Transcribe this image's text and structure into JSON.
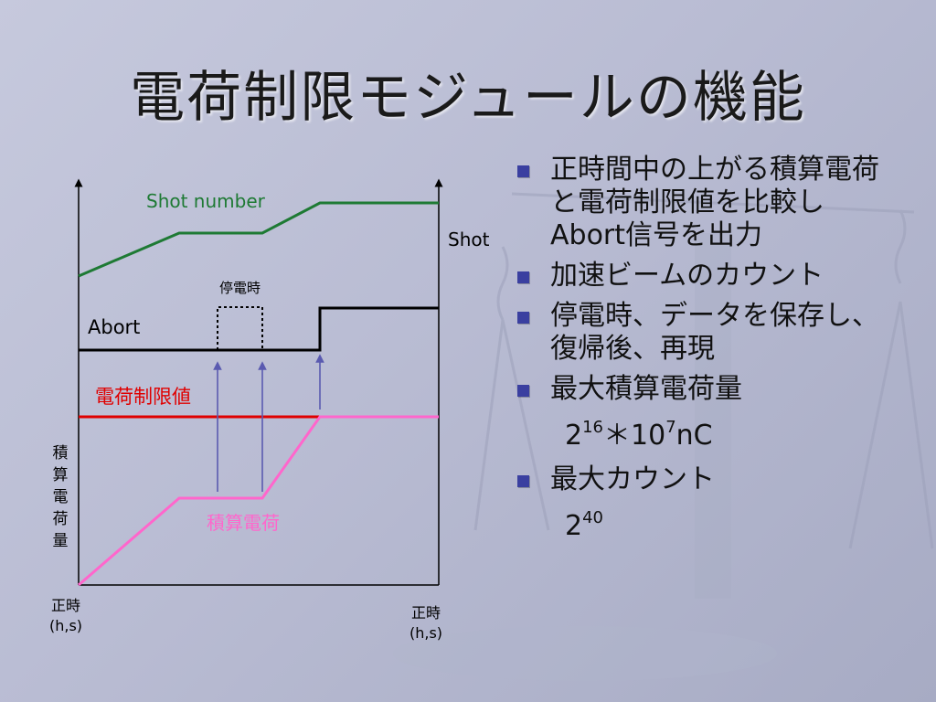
{
  "title": "電荷制限モジュールの機能",
  "diagram": {
    "shot_number_label": "Shot number",
    "shot_label": "Shot",
    "teiden_label": "停電時",
    "abort_label": "Abort",
    "limit_label": "電荷制限値",
    "charge_label": "積算電荷",
    "y_axis_label": "積算電荷量",
    "x_axis_left_line1": "正時",
    "x_axis_left_line2": "(h,s)",
    "x_axis_right_line1": "正時",
    "x_axis_right_line2": "(h,s)",
    "colors": {
      "shot": "#1e7a34",
      "abort": "#000000",
      "limit": "#e00000",
      "charge": "#ff66cc",
      "arrow": "#5a5ab0"
    }
  },
  "bullets": [
    {
      "text": "正時間中の上がる積算電荷と電荷制限値を比較しAbort信号を出力"
    },
    {
      "text": "加速ビームのカウント"
    },
    {
      "text": "停電時、データを保存し、復帰後、再現"
    },
    {
      "text": "最大積算電荷量",
      "value": {
        "base": "2",
        "exp": "16",
        "mid": "＊10",
        "exp2": "7",
        "tail": "nC"
      }
    },
    {
      "text": "最大カウント",
      "value": {
        "base": "2",
        "exp": "40"
      }
    }
  ]
}
